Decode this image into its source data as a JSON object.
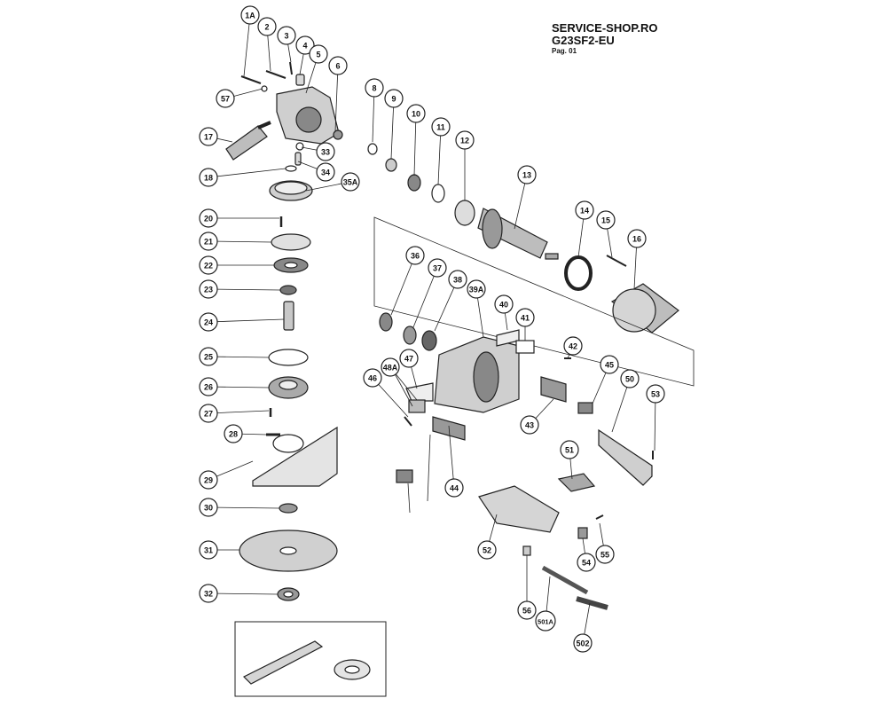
{
  "header": {
    "site": "SERVICE-SHOP.RO",
    "model": "G23SF2-EU",
    "page": "Pag. 01"
  },
  "parts": [
    "1A",
    "2",
    "3",
    "4",
    "5",
    "6",
    "57",
    "17",
    "33",
    "34",
    "18",
    "35A",
    "20",
    "21",
    "22",
    "23",
    "24",
    "25",
    "26",
    "27",
    "28",
    "29",
    "30",
    "31",
    "32",
    "8",
    "9",
    "10",
    "11",
    "12",
    "13",
    "14",
    "15",
    "16",
    "36",
    "37",
    "38",
    "39A",
    "40",
    "41",
    "42",
    "47",
    "46",
    "48A",
    "43",
    "44",
    "45",
    "50",
    "53",
    "51",
    "52",
    "54",
    "55",
    "56",
    "501A",
    "502"
  ],
  "colors": {
    "line": "#222222",
    "bubble_fill": "#ffffff",
    "part_fill": "#d9d9d9",
    "dark": "#555555"
  }
}
